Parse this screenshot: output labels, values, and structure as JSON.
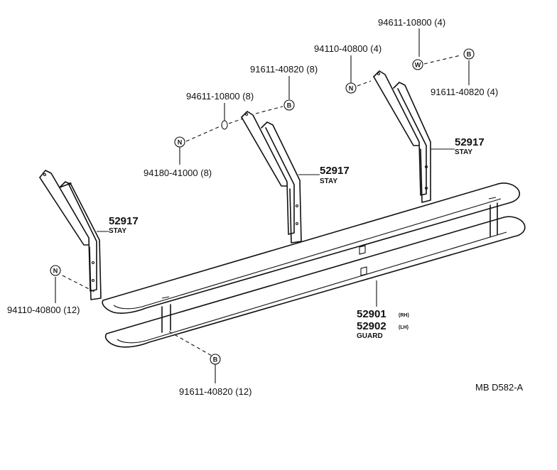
{
  "parts": {
    "stay_right": {
      "number": "52917",
      "name": "STAY"
    },
    "stay_middle": {
      "number": "52917",
      "name": "STAY"
    },
    "stay_left": {
      "number": "52917",
      "name": "STAY"
    },
    "guard": {
      "number_rh": "52901",
      "suffix_rh": "(RH)",
      "number_lh": "52902",
      "suffix_lh": "(LH)",
      "name": "GUARD"
    }
  },
  "fasteners": {
    "washer_right": "94611-10800 (4)",
    "nut_right": "94110-40800 (4)",
    "bolt_middle": "91611-40820 (8)",
    "bolt_right": "91611-40820 (4)",
    "washer_middle": "94611-10800 (8)",
    "nut_middle": "94180-41000 (8)",
    "nut_left": "94110-40800 (12)",
    "bolt_bottom": "91611-40820 (12)"
  },
  "symbols": {
    "nut": "N",
    "bolt": "B",
    "washer": "W"
  },
  "reference": "MB D582-A"
}
